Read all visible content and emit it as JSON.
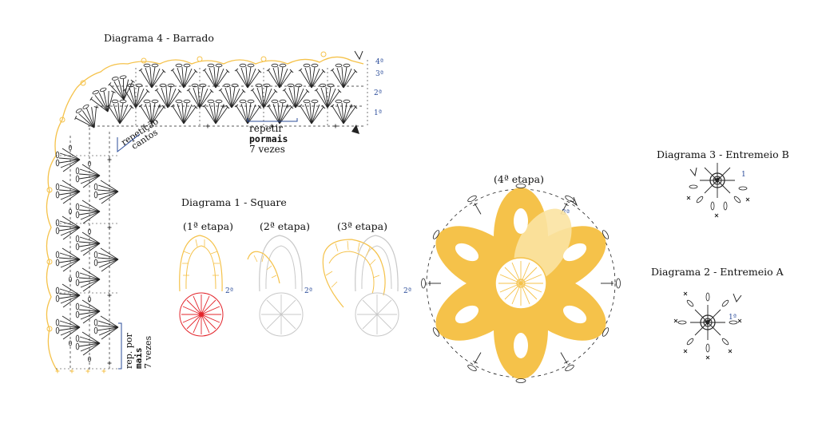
{
  "diagram4": {
    "title": "Diagrama 4 - Barrado",
    "rounds": [
      "4ª",
      "3ª",
      "2ª",
      "1ª"
    ],
    "repeat_corner": [
      "repetição",
      "cantos"
    ],
    "repeat_more": [
      "repetir",
      "pormais",
      "7 vezes"
    ],
    "repeat_side": [
      "rep. por",
      "mais",
      "7 vezes"
    ]
  },
  "diagram1": {
    "title": "Diagrama 1 - Square",
    "stage1": "(1ª etapa)",
    "stage2": "(2ª etapa)",
    "stage3": "(3ª etapa)",
    "stage4": "(4ª etapa)",
    "round_mark": "2ª",
    "round_mark_3": "3ª"
  },
  "diagram3": {
    "title": "Diagrama 3 - Entremeio B",
    "round": "1"
  },
  "diagram2": {
    "title": "Diagrama 2 - Entremeio A",
    "round": "1ª"
  },
  "colors": {
    "yellow": "#f5c24a",
    "yellow_light": "#fbe3a2",
    "red": "#e3242b",
    "gray": "#c8c8c8",
    "black": "#222222",
    "blue": "#2b4c9a"
  }
}
